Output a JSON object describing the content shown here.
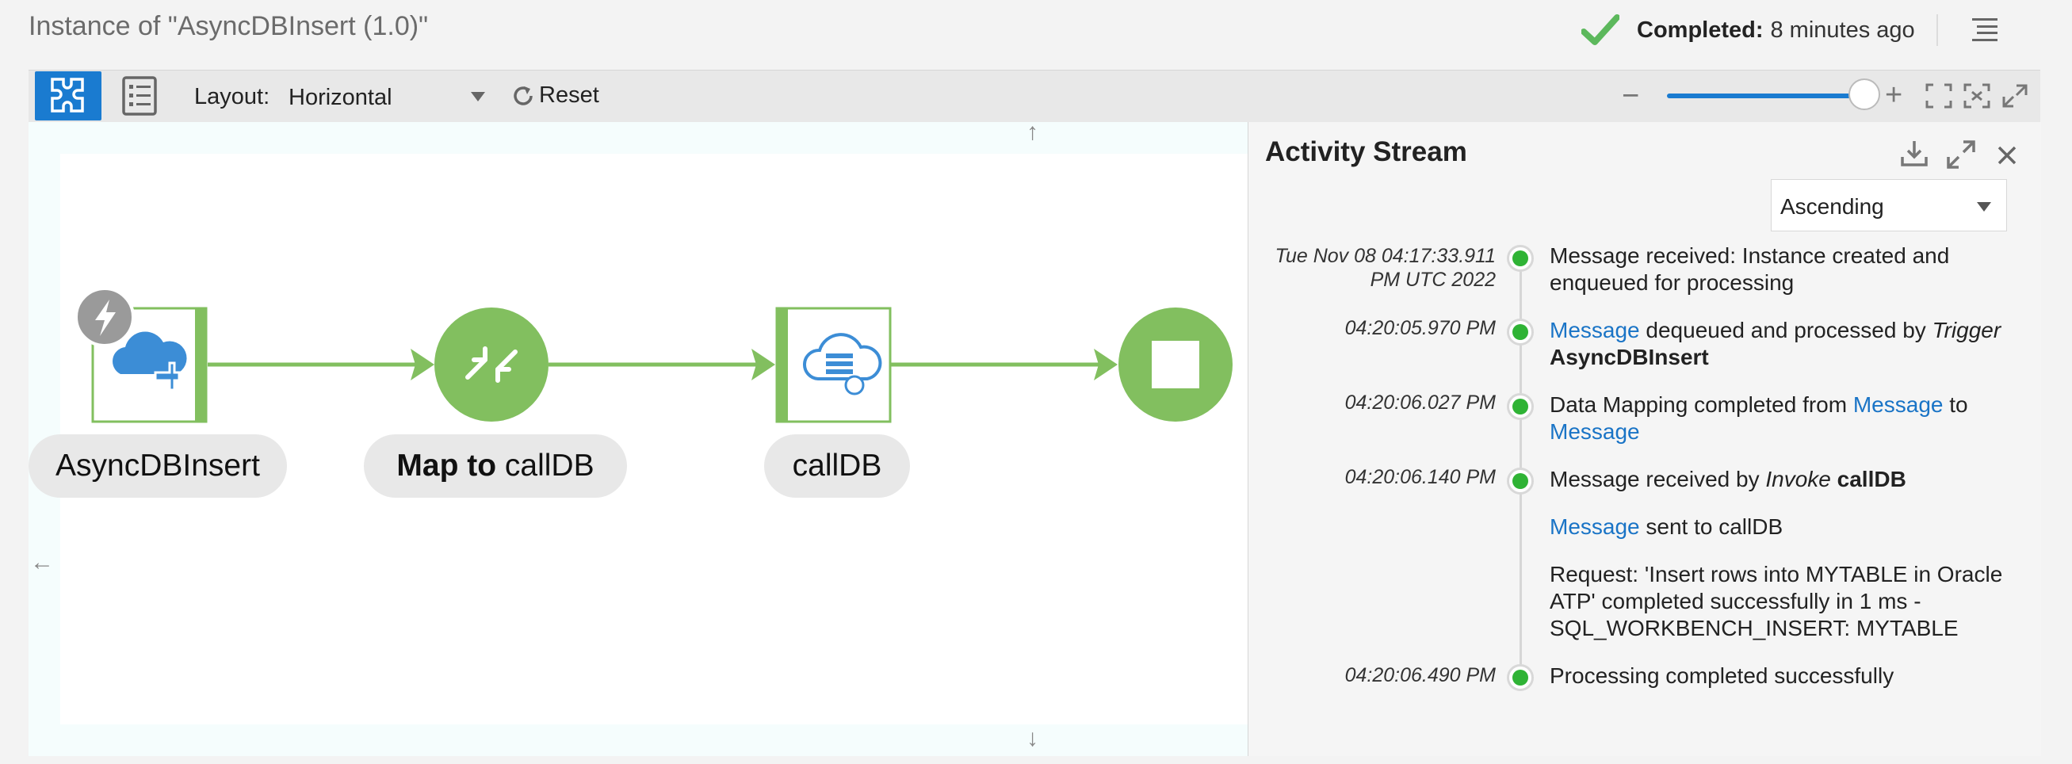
{
  "header": {
    "title": "Instance of \"AsyncDBInsert (1.0)\"",
    "status_label": "Completed:",
    "status_value": "8 minutes ago"
  },
  "toolbar": {
    "layout_label": "Layout:",
    "layout_value": "Horizontal",
    "reset_label": "Reset",
    "zoom_level": 0.92
  },
  "flow": {
    "nodes": [
      {
        "label": "AsyncDBInsert",
        "type": "trigger-adapter",
        "icon": "cloud-plug-icon"
      },
      {
        "label_bold": "Map to",
        "label_rest": " callDB",
        "type": "mapper",
        "icon": "map-arrows-icon"
      },
      {
        "label": "callDB",
        "type": "invoke-adapter",
        "icon": "cloud-db-icon"
      },
      {
        "label": "",
        "type": "end",
        "icon": "stop-icon"
      }
    ],
    "trigger_badge_icon": "lightning-icon"
  },
  "activity": {
    "title": "Activity Stream",
    "sort_value": "Ascending",
    "entries": [
      {
        "ts1": "Tue Nov 08 04:17:33.911",
        "ts2": "PM UTC 2022",
        "text": "Message received: Instance created and enqueued for processing"
      },
      {
        "ts1": "04:20:05.970 PM",
        "link": "Message",
        "mid": " dequeued and processed by ",
        "ital": "Trigger",
        "bold": "AsyncDBInsert"
      },
      {
        "ts1": "04:20:06.027 PM",
        "pre": "Data Mapping completed from ",
        "link1": "Message",
        "mid": " to ",
        "link2": "Message"
      },
      {
        "ts1": "04:20:06.140 PM",
        "pre": "Message received by ",
        "ital": "Invoke",
        "bold": "callDB"
      },
      {
        "link": "Message",
        "rest": " sent to callDB"
      },
      {
        "text": "Request: 'Insert rows into MYTABLE in Oracle ATP' completed successfully in 1 ms - SQL_WORKBENCH_INSERT: MYTABLE"
      },
      {
        "ts1": "04:20:06.490 PM",
        "text": "Processing completed successfully"
      }
    ]
  },
  "colors": {
    "accent_blue": "#1a7bd0",
    "node_green": "#82bf5f",
    "status_green": "#2fb335",
    "link_blue": "#1a74c6"
  }
}
